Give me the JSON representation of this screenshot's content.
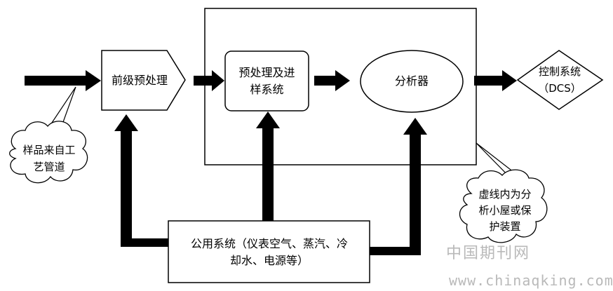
{
  "nodes": {
    "source": "样品来自工\n艺管道",
    "preprocess": "前级预处理",
    "sampling": "预处理及进\n样系统",
    "analyzer": "分析器",
    "dcs": "控制系统\n（DCS）",
    "utility": "公用系统（仪表空气、蒸汽、冷\n却水、电源等）",
    "shelter_note": "虚线内为分\n析小屋或保\n护装置"
  },
  "watermark": {
    "site_cn": "中国期刊网",
    "site_url": "www.chinaqking.com"
  },
  "colors": {
    "line": "#000000",
    "box_fill": "#ffffff",
    "watermark": "#b9b9b9"
  }
}
